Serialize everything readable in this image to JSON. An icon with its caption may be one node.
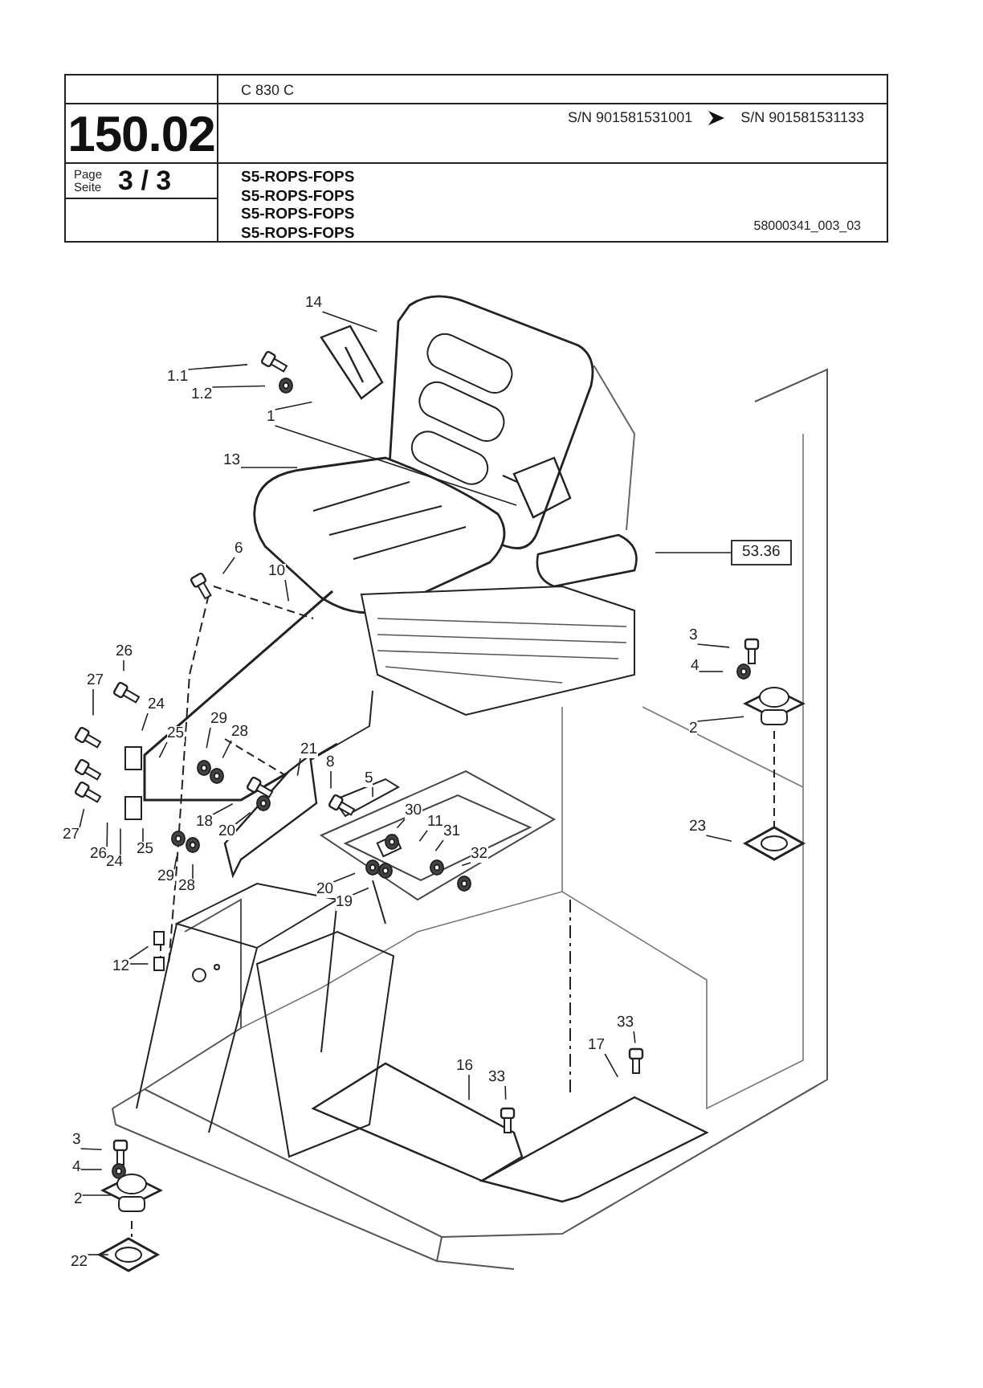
{
  "diagram": {
    "nodes": [
      {
        "text": [
          "14"
        ]
      },
      {
        "text": [
          "1.1"
        ]
      },
      {
        "text": [
          "1.2"
        ]
      },
      {
        "text": [
          "1"
        ]
      },
      {
        "text": [
          "13"
        ]
      },
      {
        "text": [
          "6"
        ]
      },
      {
        "text": [
          "10"
        ]
      },
      {
        "text": [
          "53.36"
        ]
      },
      {
        "text": [
          "26"
        ]
      },
      {
        "text": [
          "3"
        ]
      },
      {
        "text": [
          "4"
        ]
      },
      {
        "text": [
          "27"
        ]
      },
      {
        "text": [
          "24"
        ]
      },
      {
        "text": [
          "29"
        ]
      },
      {
        "text": [
          "25"
        ]
      },
      {
        "text": [
          "28"
        ]
      },
      {
        "text": [
          "2"
        ]
      },
      {
        "text": [
          "21"
        ]
      },
      {
        "text": [
          "8"
        ]
      },
      {
        "text": [
          "5"
        ]
      },
      {
        "text": [
          "30"
        ]
      },
      {
        "text": [
          "18"
        ]
      },
      {
        "text": [
          "11"
        ]
      },
      {
        "text": [
          "20"
        ]
      },
      {
        "text": [
          "23"
        ]
      },
      {
        "text": [
          "31"
        ]
      },
      {
        "text": [
          "27"
        ]
      },
      {
        "text": [
          "25"
        ]
      },
      {
        "text": [
          "32"
        ]
      },
      {
        "text": [
          "26"
        ]
      },
      {
        "text": [
          "24"
        ]
      },
      {
        "text": [
          "29"
        ]
      },
      {
        "text": [
          "28"
        ]
      },
      {
        "text": [
          "20"
        ]
      },
      {
        "text": [
          "19"
        ]
      },
      {
        "text": [
          "12"
        ]
      },
      {
        "text": [
          "33"
        ]
      },
      {
        "text": [
          "17"
        ]
      },
      {
        "text": [
          "16"
        ]
      },
      {
        "text": [
          "33"
        ]
      },
      {
        "text": [
          "3"
        ]
      },
      {
        "text": [
          "4"
        ]
      },
      {
        "text": [
          "2"
        ]
      },
      {
        "text": [
          "22"
        ]
      }
    ],
    "edges": [
      {
        "from": 0,
        "to": null,
        "arrow": "none"
      },
      {
        "from": 1,
        "to": null,
        "arrow": "none"
      },
      {
        "from": 2,
        "to": null,
        "arrow": "none"
      },
      {
        "from": 3,
        "to": null,
        "arrow": "none"
      },
      {
        "from": 3,
        "to": null,
        "arrow": "none"
      },
      {
        "from": 4,
        "to": null,
        "arrow": "none"
      },
      {
        "from": 5,
        "to": null,
        "arrow": "none"
      },
      {
        "from": 6,
        "to": null,
        "arrow": "none"
      },
      {
        "from": 7,
        "to": null,
        "arrow": "none"
      },
      {
        "from": 8,
        "to": null,
        "arrow": "none"
      },
      {
        "from": 9,
        "to": null,
        "arrow": "none"
      },
      {
        "from": 10,
        "to": null,
        "arrow": "none"
      },
      {
        "from": 11,
        "to": null,
        "arrow": "none"
      },
      {
        "from": 12,
        "to": null,
        "arrow": "none"
      },
      {
        "from": 13,
        "to": null,
        "arrow": "none"
      },
      {
        "from": 14,
        "to": null,
        "arrow": "none"
      },
      {
        "from": 15,
        "to": null,
        "arrow": "none"
      },
      {
        "from": 16,
        "to": null,
        "arrow": "none"
      },
      {
        "from": 17,
        "to": null,
        "arrow": "none"
      },
      {
        "from": 18,
        "to": null,
        "arrow": "none"
      },
      {
        "from": 19,
        "to": null,
        "arrow": "none"
      },
      {
        "from": 20,
        "to": null,
        "arrow": "none"
      },
      {
        "from": 21,
        "to": null,
        "arrow": "none"
      },
      {
        "from": 22,
        "to": null,
        "arrow": "none"
      },
      {
        "from": 23,
        "to": null,
        "arrow": "none"
      },
      {
        "from": 24,
        "to": null,
        "arrow": "none"
      },
      {
        "from": 25,
        "to": null,
        "arrow": "none"
      },
      {
        "from": 26,
        "to": null,
        "arrow": "none"
      },
      {
        "from": 27,
        "to": null,
        "arrow": "none"
      },
      {
        "from": 28,
        "to": null,
        "arrow": "none"
      },
      {
        "from": 29,
        "to": null,
        "arrow": "none"
      },
      {
        "from": 30,
        "to": null,
        "arrow": "none"
      },
      {
        "from": 31,
        "to": null,
        "arrow": "none"
      },
      {
        "from": 32,
        "to": null,
        "arrow": "none"
      },
      {
        "from": 33,
        "to": null,
        "arrow": "none"
      },
      {
        "from": 34,
        "to": null,
        "arrow": "none"
      },
      {
        "from": 35,
        "to": null,
        "arrow": "none"
      },
      {
        "from": 35,
        "to": null,
        "arrow": "none"
      },
      {
        "from": 36,
        "to": null,
        "arrow": "none"
      },
      {
        "from": 37,
        "to": null,
        "arrow": "none"
      },
      {
        "from": 38,
        "to": null,
        "arrow": "none"
      },
      {
        "from": 39,
        "to": null,
        "arrow": "none"
      },
      {
        "from": 40,
        "to": null,
        "arrow": "none"
      },
      {
        "from": 41,
        "to": null,
        "arrow": "none"
      },
      {
        "from": 42,
        "to": null,
        "arrow": "none"
      },
      {
        "from": 43,
        "to": null,
        "arrow": "none"
      }
    ],
    "labels": [
      "C 830 C",
      "S/N 901581531001",
      "S/N 901581531133",
      "150.02",
      "Page",
      "Seite",
      "3 / 3",
      "S5-ROPS-FOPS",
      "S5-ROPS-FOPS",
      "S5-ROPS-FOPS",
      "S5-ROPS-FOPS",
      "58000341_003_03"
    ]
  }
}
